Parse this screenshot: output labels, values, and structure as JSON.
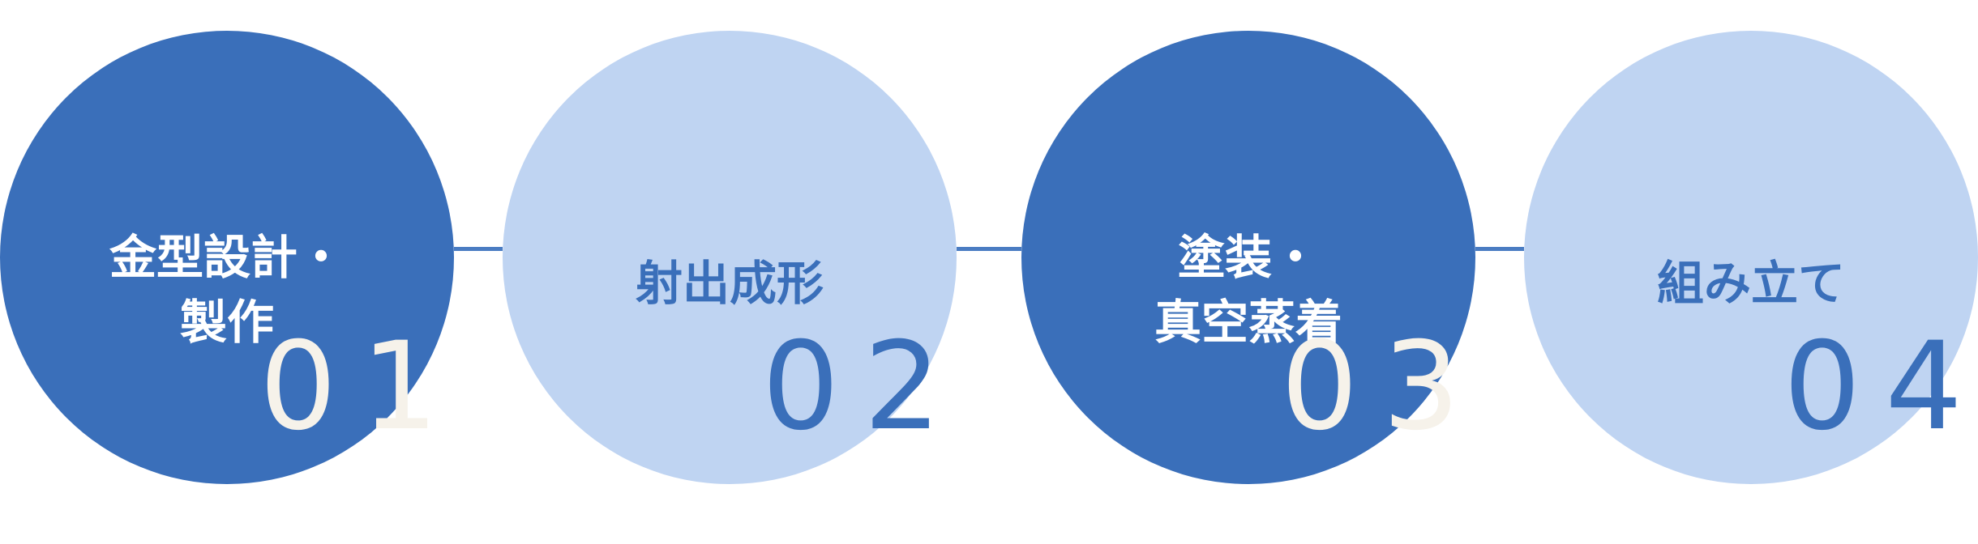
{
  "colors": {
    "dark": "#3a6fba",
    "light": "#bfd4f2",
    "connector": "#4a7cc2",
    "text_on_dark": "#ffffff",
    "text_on_light": "#3a6fba",
    "number_light": "#f6f2ea"
  },
  "steps": [
    {
      "lines": [
        "金型設計・",
        "製作"
      ],
      "number": "01",
      "style": "dark"
    },
    {
      "lines": [
        "射出成形"
      ],
      "number": "02",
      "style": "light"
    },
    {
      "lines": [
        "塗装・",
        "真空蒸着"
      ],
      "number": "03",
      "style": "dark"
    },
    {
      "lines": [
        "組み立て"
      ],
      "number": "04",
      "style": "light"
    }
  ]
}
